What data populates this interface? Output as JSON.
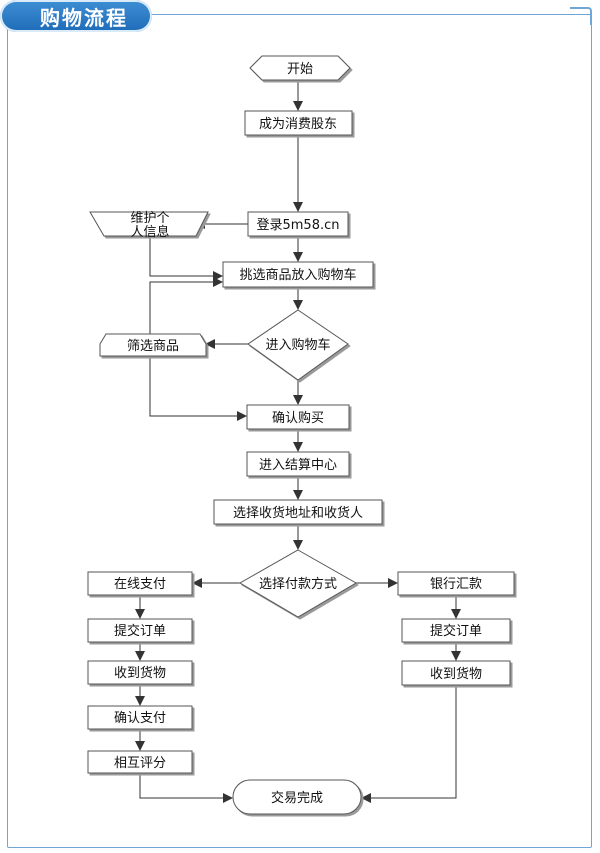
{
  "page": {
    "title": "购物流程"
  },
  "nodes": {
    "start": "开始",
    "become_shareholder": "成为消费股东",
    "login": "登录5m58.cn",
    "maintain_info_line1": "维护个",
    "maintain_info_line2": "人信息",
    "pick_goods": "挑选商品放入购物车",
    "filter_goods": "筛选商品",
    "enter_cart": "进入购物车",
    "confirm_purchase": "确认购买",
    "checkout": "进入结算中心",
    "select_address": "选择收货地址和收货人",
    "payment_method": "选择付款方式",
    "online_pay": "在线支付",
    "submit_order_left": "提交订单",
    "receive_goods_left": "收到货物",
    "confirm_pay": "确认支付",
    "mutual_rating": "相互评分",
    "bank_transfer": "银行汇款",
    "submit_order_right": "提交订单",
    "receive_goods_right": "收到货物",
    "done": "交易完成"
  },
  "colors": {
    "frame": "#6fa6d6",
    "title_bg": "#2a78c6",
    "box_fill": "#ffffff",
    "box_stroke": "#555555",
    "arrow": "#333333"
  }
}
